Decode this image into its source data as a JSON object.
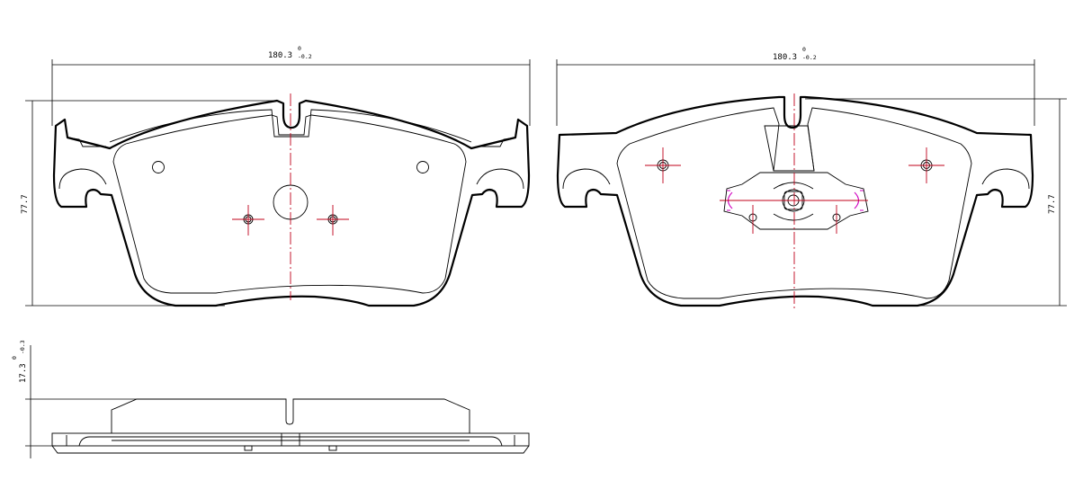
{
  "dimensions": {
    "left_width": {
      "main": "180.3",
      "upper_tol": "0",
      "lower_tol": "-0.2"
    },
    "right_width": {
      "main": "180.3",
      "upper_tol": "0",
      "lower_tol": "-0.2"
    },
    "left_height": "77.7",
    "right_height": "77.7",
    "thickness": {
      "main": "17.3",
      "upper_tol": "0",
      "lower_tol": "-0.3"
    }
  },
  "views": [
    "front-view-pad",
    "rear-view-backplate",
    "side-view-profile"
  ]
}
